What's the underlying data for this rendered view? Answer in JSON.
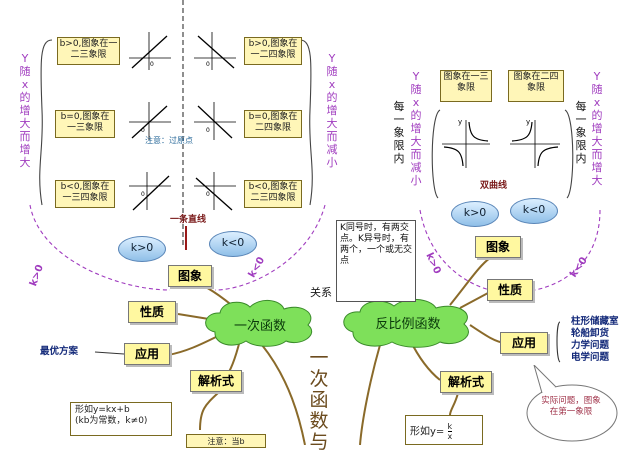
{
  "colors": {
    "purple": "#a03cbf",
    "cloud": "#7ee05a",
    "box": "#fff6b8",
    "bubble": "#8fbfe8",
    "brown": "#8a6a2a"
  },
  "left_column_1": {
    "chars": [
      "Y",
      "随",
      "x",
      "的",
      "增",
      "大",
      "而",
      "增",
      "大"
    ]
  },
  "left_column_2": {
    "chars": [
      "Y",
      "随",
      "x",
      "的",
      "增",
      "大",
      "而",
      "减",
      "小"
    ]
  },
  "right_column_1": {
    "chars": [
      "Y",
      "随",
      "x",
      "的",
      "增",
      "大",
      "而",
      "减",
      "小"
    ]
  },
  "right_column_2": {
    "chars": [
      "Y",
      "随",
      "x",
      "的",
      "增",
      "大",
      "而",
      "增",
      "大"
    ]
  },
  "each_quadrant": {
    "chars": [
      "每",
      "一",
      "象",
      "限",
      "内"
    ]
  },
  "linear_boxes": {
    "b_pos_incr": "b>0,图象在一二三象限",
    "b_zero_incr": "b=0,图象在一三象限",
    "b_neg_incr": "b<0,图象在一三四象限",
    "b_pos_decr": "b>0,图象在一二四象限",
    "b_zero_decr": "b=0,图象在二四象限",
    "b_neg_decr": "b<0,图象在二三四象限"
  },
  "notes": {
    "origin_note": "注意：过原点",
    "line_label": "一条直线",
    "hyperbola_label": "双曲线",
    "relation": "关系"
  },
  "inverse_boxes": {
    "q13": "图象在一三象限",
    "q24": "图象在二四象限"
  },
  "bubbles": {
    "k_pos_left": "k>0",
    "k_neg_left": "k<0",
    "k_pos_right": "k>0",
    "k_neg_right": "k<0"
  },
  "diagonal": {
    "k_pos_left": "k>0",
    "k_neg_left": "k<0",
    "k_pos_right": "k>0",
    "k_neg_right": "k<0"
  },
  "nodes": {
    "image_left": "图象",
    "property_left": "性质",
    "application_left": "应用",
    "expression_left": "解析式",
    "image_right": "图象",
    "property_right": "性质",
    "application_right": "应用",
    "expression_right": "解析式"
  },
  "clouds": {
    "linear": "一次函数",
    "inverse": "反比例函数"
  },
  "relation_callout": {
    "text": "K同号时，有两交点。K异号时，有两个，一个或无交点"
  },
  "best_plan": "最优方案",
  "applications": [
    "柱形储藏室",
    "轮船卸货",
    "力学问题",
    "电学问题"
  ],
  "practical_callout": "实际问题，图象在第一象限",
  "linear_form": {
    "line1": "形如y=kx+b",
    "line2": "(kb为常数，k≠0)"
  },
  "inverse_form": {
    "prefix": "形如",
    "y": "y",
    "eq": "=",
    "num": "k",
    "den": "x"
  },
  "title_chars": [
    "一",
    "次",
    "函",
    "数",
    "与",
    "反",
    "比",
    "例"
  ],
  "bottom_partial": "注意：当b"
}
